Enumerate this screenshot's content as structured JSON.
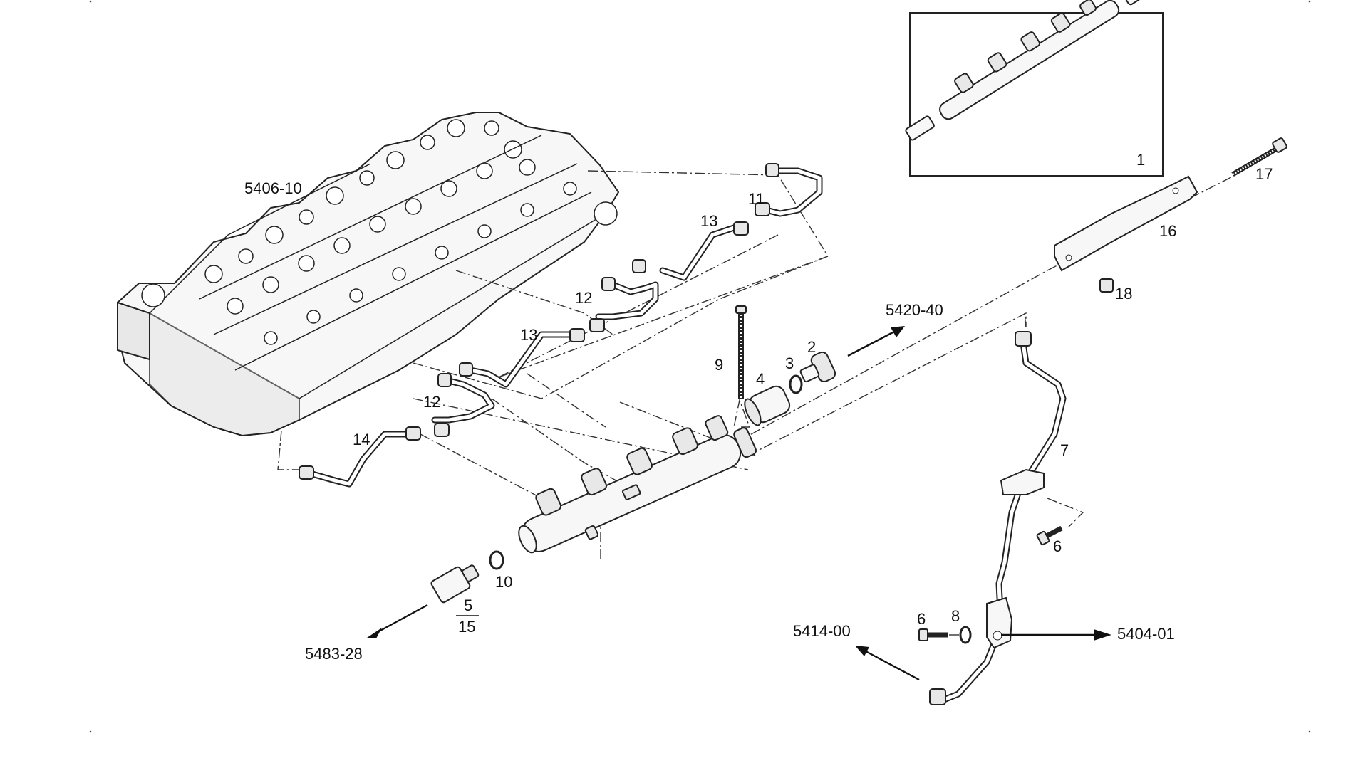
{
  "callouts": {
    "c1": "1",
    "c2": "2",
    "c3": "3",
    "c4": "4",
    "c5": "5",
    "c15": "15",
    "c6a": "6",
    "c6b": "6",
    "c7": "7",
    "c8": "8",
    "c9": "9",
    "c10": "10",
    "c11": "11",
    "c12a": "12",
    "c12b": "12",
    "c13a": "13",
    "c13b": "13",
    "c14": "14",
    "c16": "16",
    "c17": "17",
    "c18": "18"
  },
  "references": {
    "cylinder_head": "5406-10",
    "to_5420": "5420-40",
    "to_5483": "5483-28",
    "to_5414": "5414-00",
    "to_5404": "5404-01"
  }
}
